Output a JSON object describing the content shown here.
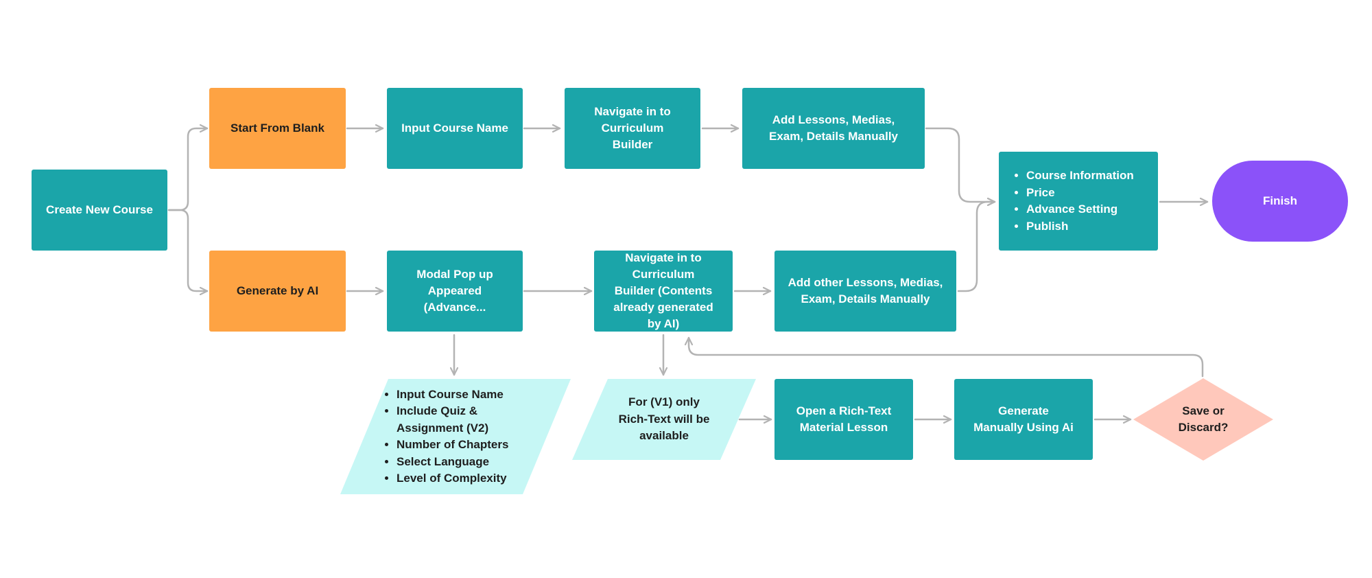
{
  "colors": {
    "teal": "#1ba5a9",
    "orange": "#fea343",
    "purple": "#8b52f9",
    "light_cyan": "#c6f7f5",
    "salmon": "#ffc8bb",
    "connector": "#b3b3b3"
  },
  "nodes": {
    "create_new_course": "Create New Course",
    "start_from_blank": "Start From Blank",
    "generate_by_ai": "Generate by AI",
    "input_course_name": "Input Course Name",
    "navigate_curriculum_builder": "Navigate in to Curriculum Builder",
    "add_lessons_manually": "Add Lessons, Medias, Exam, Details Manually",
    "modal_popup": "Modal Pop up Appeared (Advance...",
    "navigate_curriculum_builder_ai": "Navigate in to Curriculum Builder (Contents already generated by AI)",
    "add_other_lessons": "Add other Lessons, Medias, Exam, Details Manually",
    "course_settings": [
      "Course Information",
      "Price",
      "Advance Setting",
      "Publish"
    ],
    "finish": "Finish",
    "modal_fields": [
      "Input Course Name",
      "Include Quiz & Assignment (V2)",
      "Number of Chapters",
      "Select Language",
      "Level of Complexity"
    ],
    "v1_note": "For (V1) only Rich-Text will be available",
    "open_rich_text": "Open a Rich-Text Material Lesson",
    "generate_manually": "Generate Manually Using Ai",
    "save_or_discard": "Save or Discard?"
  }
}
